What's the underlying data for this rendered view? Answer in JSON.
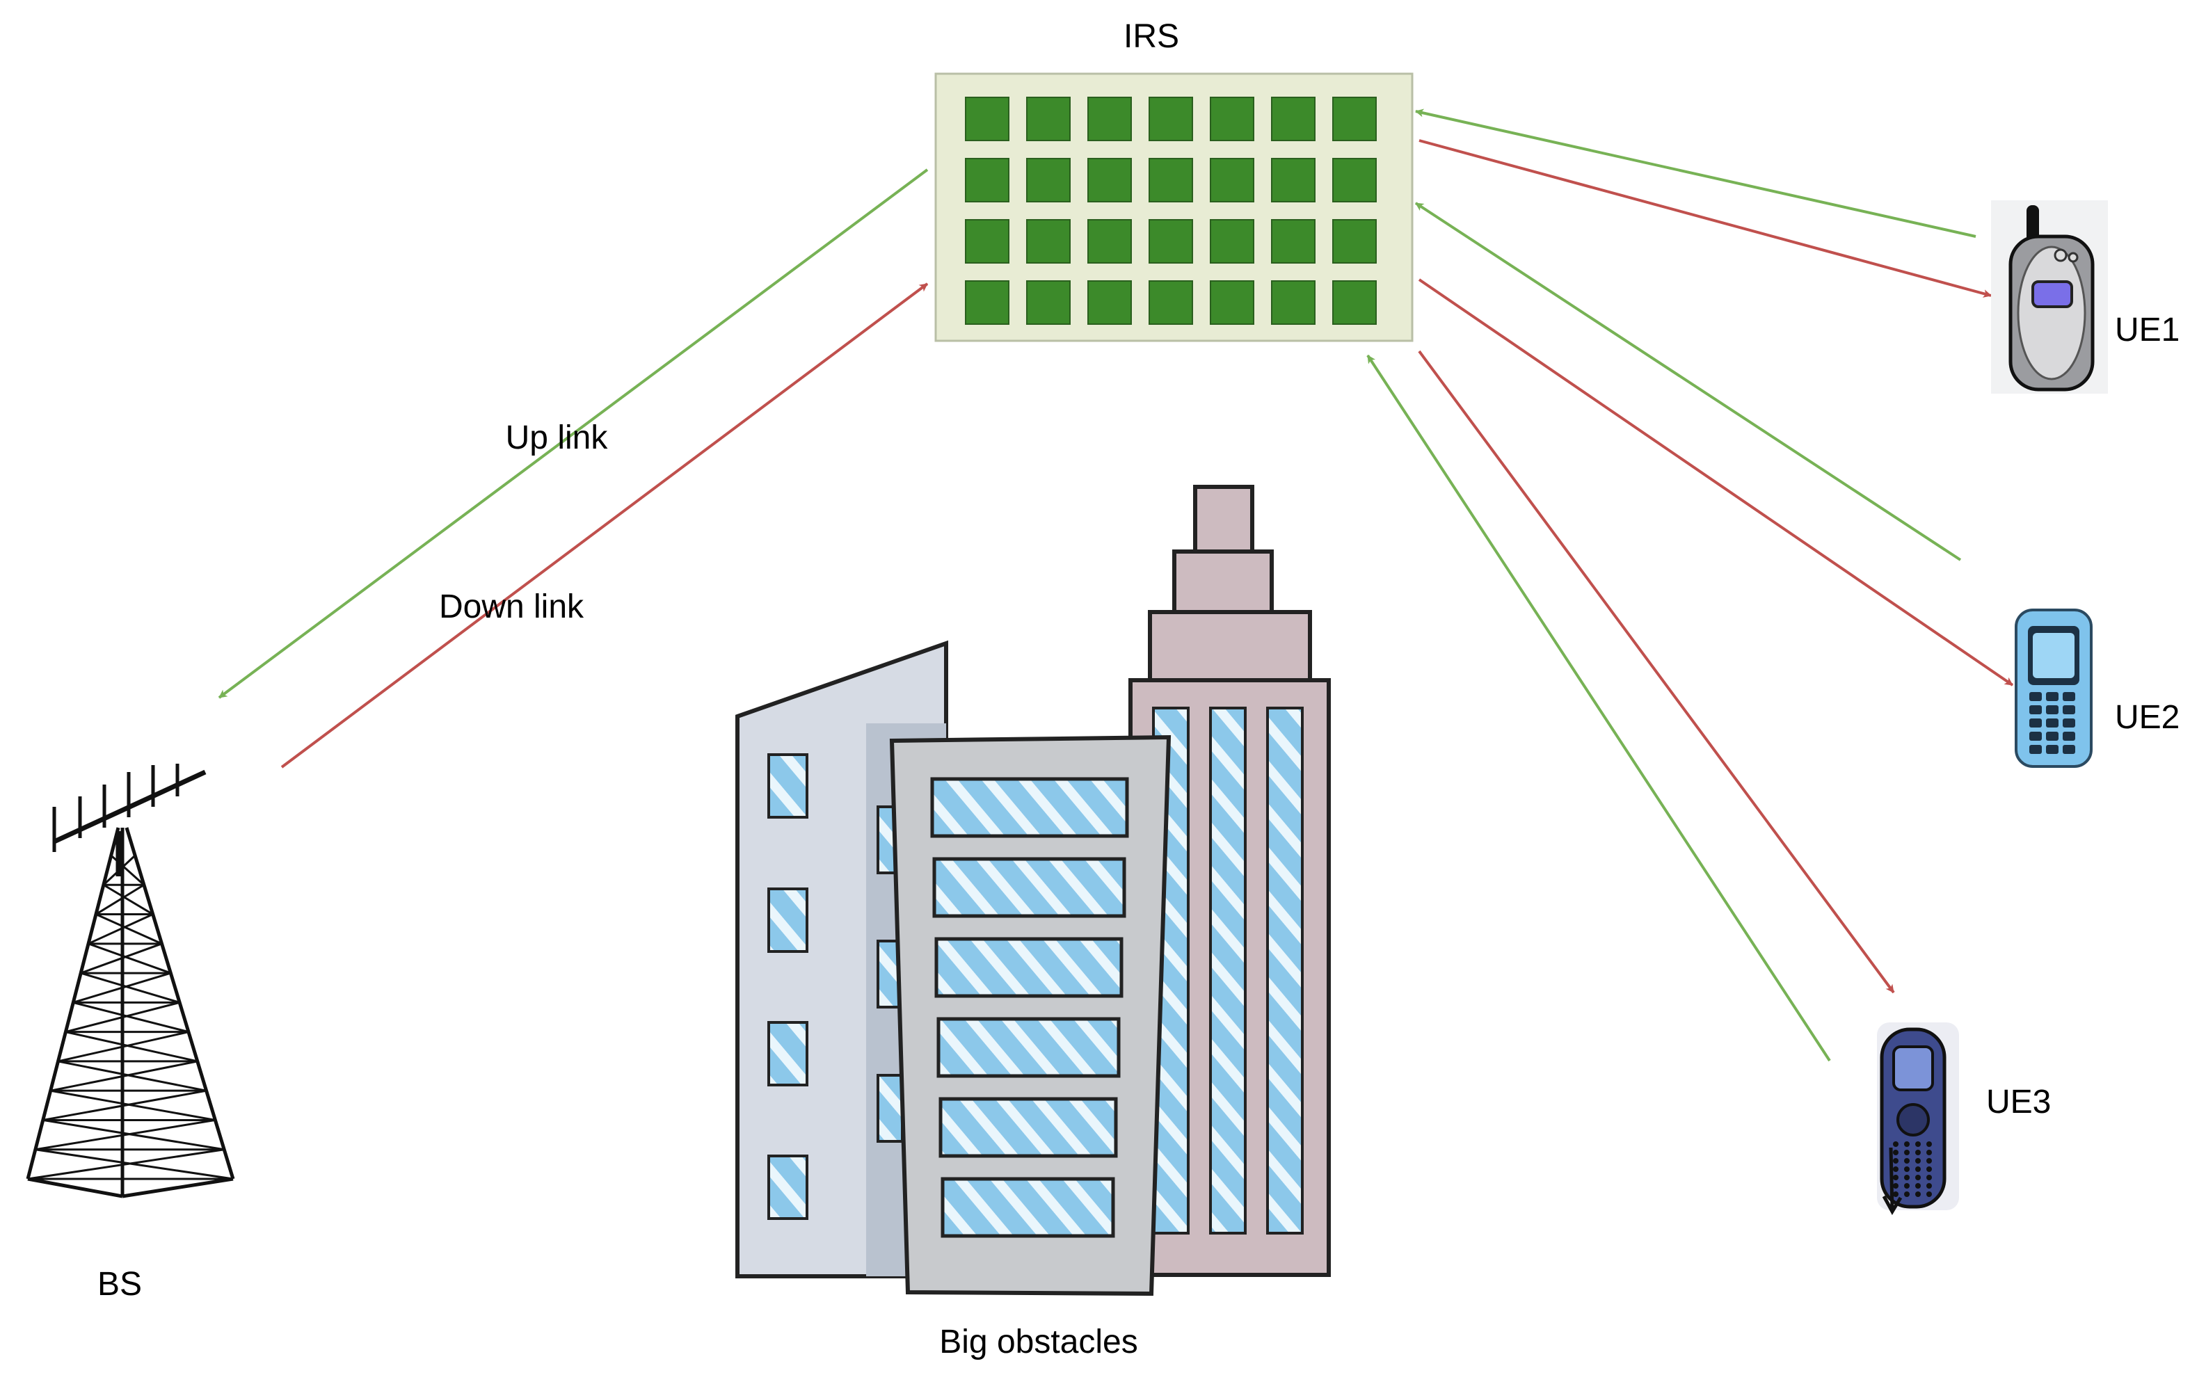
{
  "labels": {
    "irs": "IRS",
    "uplink": "Up link",
    "downlink": "Down link",
    "bs": "BS",
    "obstacles": "Big obstacles",
    "ue1": "UE1",
    "ue2": "UE2",
    "ue3": "UE3"
  },
  "colors": {
    "uplink": "#77b255",
    "downlink": "#c0504d",
    "irs_panel": "#e8ecd4",
    "irs_element": "#3c8a2a",
    "building_left": "#d6dbe4",
    "building_center": "#c8cacd",
    "building_right": "#cdbbc0",
    "window_blue": "#8cc8ea"
  },
  "irs_grid": {
    "rows": 4,
    "cols": 7
  },
  "icons": {
    "base_station": "lattice-tower-icon",
    "ue1": "flip-phone-icon",
    "ue2": "candybar-phone-icon",
    "ue3": "slider-phone-icon",
    "obstacles": "buildings-icon"
  }
}
